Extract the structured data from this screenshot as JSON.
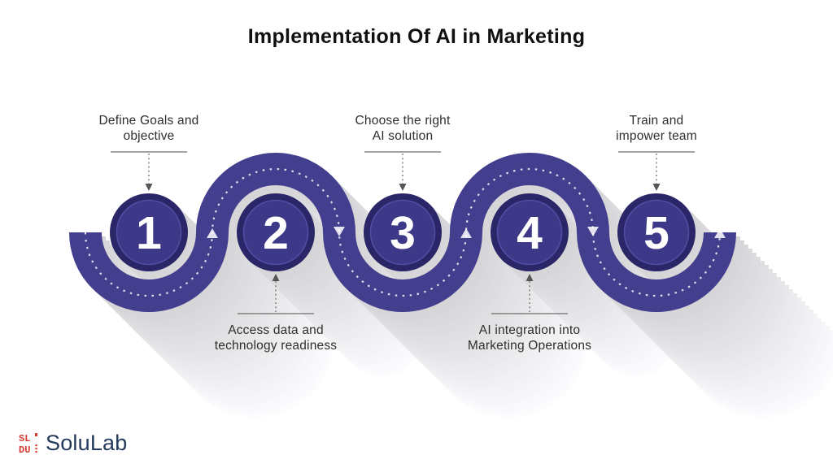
{
  "title": "Implementation Of AI in Marketing",
  "steps": [
    {
      "number": "1",
      "line1": "Define Goals and",
      "line2": "objective",
      "label_position": "above"
    },
    {
      "number": "2",
      "line1": "Access data and",
      "line2": "technology readiness",
      "label_position": "below"
    },
    {
      "number": "3",
      "line1": "Choose the right",
      "line2": "AI solution",
      "label_position": "above"
    },
    {
      "number": "4",
      "line1": "AI integration into",
      "line2": "Marketing Operations",
      "label_position": "below"
    },
    {
      "number": "5",
      "line1": "Train and",
      "line2": "impower team",
      "label_position": "above"
    }
  ],
  "flow_arrow_directions": [
    "up",
    "down",
    "up",
    "down",
    "up"
  ],
  "logo": {
    "wordmark": "SoluLab",
    "icon_text_top": "SL",
    "icon_text_bottom": "DU"
  },
  "colors": {
    "road": "#433E8D",
    "circle_ring": "#2A2668",
    "circle_fill": "#3D3887",
    "circle_edge": "#524CA3",
    "title_text": "#101010",
    "label_text": "#2E2E2E",
    "connector": "#6E6E6E",
    "connector_head": "#555555",
    "centerline": "#FFFFFF",
    "logo_red": "#D63A2E",
    "logo_navy": "#24395C",
    "background": "#FFFFFF"
  }
}
